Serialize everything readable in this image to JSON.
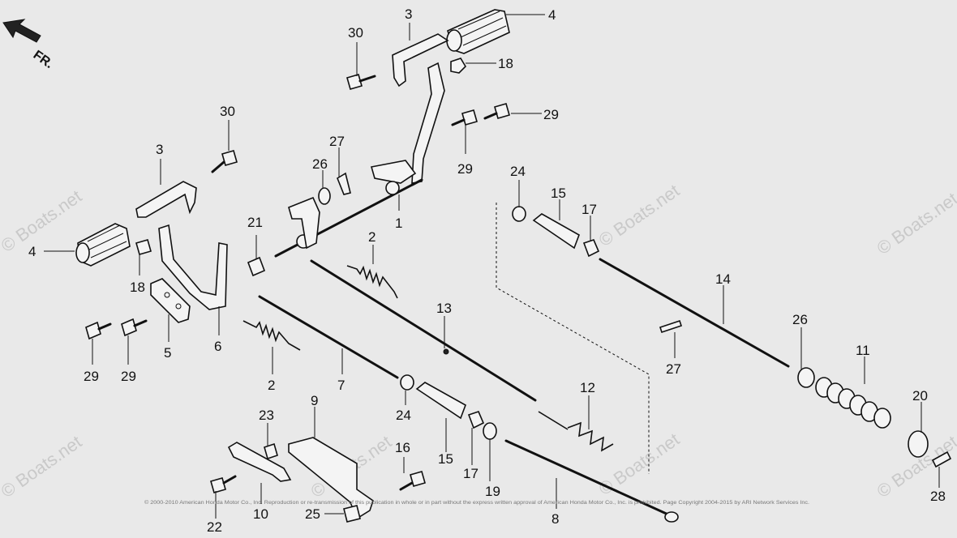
{
  "direction_label": "FR.",
  "watermark": "© Boats.net",
  "copyright": "© 2000-2010 American Honda Motor Co., Inc. Reproduction or re-transmission of this publication in whole or in part without the express written approval of American Honda Motor Co., Inc. is prohibited. Page Copyright 2004-2015 by ARI Network Services Inc.",
  "callouts": {
    "c1": "1",
    "c2a": "2",
    "c2b": "2",
    "c3a": "3",
    "c3b": "3",
    "c4a": "4",
    "c4b": "4",
    "c5": "5",
    "c6": "6",
    "c7": "7",
    "c8": "8",
    "c9": "9",
    "c10": "10",
    "c11": "11",
    "c12": "12",
    "c13": "13",
    "c14": "14",
    "c15a": "15",
    "c15b": "15",
    "c16": "16",
    "c17a": "17",
    "c17b": "17",
    "c18a": "18",
    "c18b": "18",
    "c19": "19",
    "c20": "20",
    "c21": "21",
    "c22": "22",
    "c23": "23",
    "c24a": "24",
    "c24b": "24",
    "c25": "25",
    "c26a": "26",
    "c26b": "26",
    "c27a": "27",
    "c27b": "27",
    "c28": "28",
    "c29a": "29",
    "c29b": "29",
    "c29c": "29",
    "c29d": "29",
    "c30a": "30",
    "c30b": "30"
  }
}
